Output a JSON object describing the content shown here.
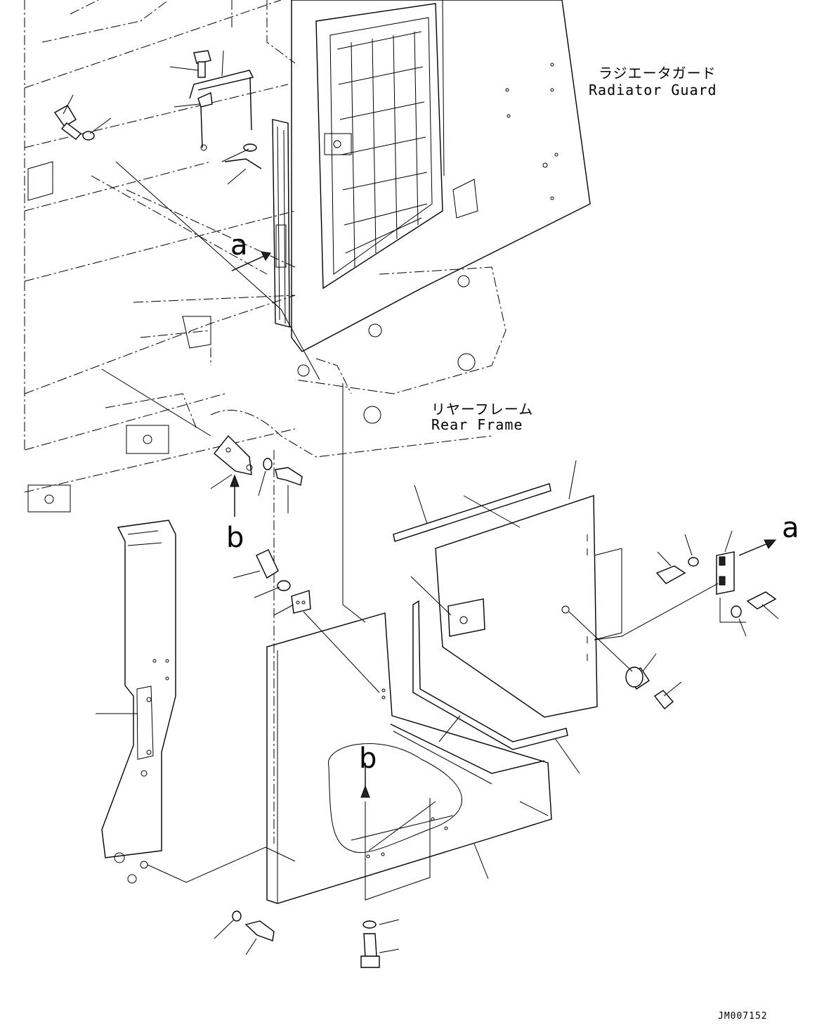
{
  "labels": {
    "radiator_guard_jp": "ラジエータガード",
    "radiator_guard_en": "Radiator Guard",
    "rear_frame_jp": "リヤーフレーム",
    "rear_frame_en": "Rear Frame"
  },
  "callouts": {
    "a_upper": "a",
    "a_right": "a",
    "b_left": "b",
    "b_center": "b"
  },
  "drawing_code": "JM007152"
}
